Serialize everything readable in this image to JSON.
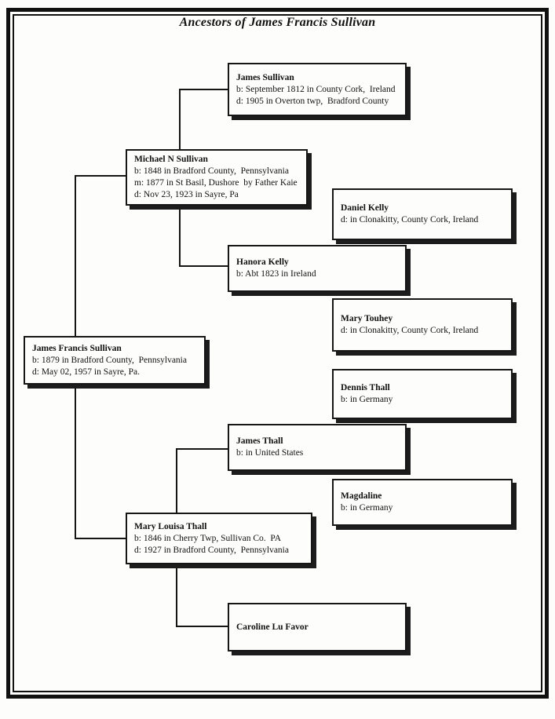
{
  "page": {
    "title": "Ancestors of James Francis Sullivan"
  },
  "colors": {
    "ink": "#111111",
    "paper": "#fdfdfc",
    "box_shadow": "#1c1c1c"
  },
  "people": {
    "james_sullivan": {
      "name": "James Sullivan",
      "line1": "b: September 1812 in County Cork,  Ireland",
      "line2": "d: 1905 in Overton twp,  Bradford County"
    },
    "michael_n_sullivan": {
      "name": "Michael N Sullivan",
      "line1": "b: 1848 in Bradford County,  Pennsylvania",
      "line2": "m: 1877 in St Basil, Dushore  by Father Kaie",
      "line3": "d: Nov 23, 1923 in Sayre, Pa"
    },
    "daniel_kelly": {
      "name": "Daniel Kelly",
      "line1": "d: in Clonakitty, County Cork, Ireland"
    },
    "hanora_kelly": {
      "name": "Hanora Kelly",
      "line1": "b: Abt 1823 in Ireland"
    },
    "mary_touhey": {
      "name": "Mary Touhey",
      "line1": "d: in Clonakitty, County Cork, Ireland"
    },
    "james_francis_sullivan": {
      "name": "James Francis Sullivan",
      "line1": "b: 1879 in Bradford County,  Pennsylvania",
      "line2": "d: May 02, 1957 in Sayre, Pa."
    },
    "dennis_thall": {
      "name": "Dennis Thall",
      "line1": "b: in Germany"
    },
    "james_thall": {
      "name": "James Thall",
      "line1": "b: in United States"
    },
    "magdaline": {
      "name": "Magdaline",
      "line1": "b: in Germany"
    },
    "mary_louisa_thall": {
      "name": "Mary Louisa Thall",
      "line1": "b: 1846 in Cherry Twp, Sullivan Co.  PA",
      "line2": "d: 1927 in Bradford County,  Pennsylvania"
    },
    "caroline_lu_favor": {
      "name": "Caroline Lu Favor"
    }
  }
}
